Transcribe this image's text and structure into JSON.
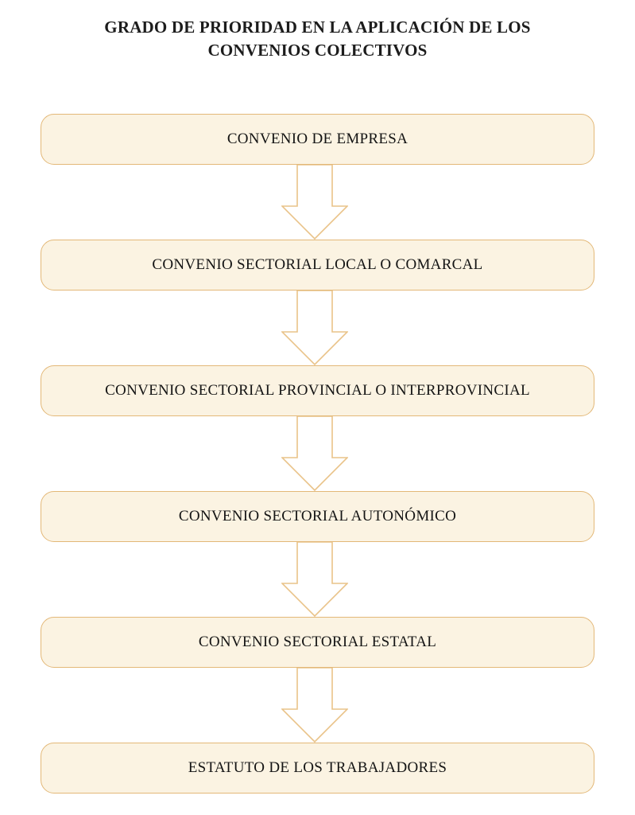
{
  "page": {
    "background_color": "#ffffff",
    "text_color": "#141414"
  },
  "title": {
    "line1": "GRADO DE PRIORIDAD EN LA APLICACIÓN DE LOS",
    "line2": "CONVENIOS COLECTIVOS"
  },
  "theme": {
    "box_fill": "#fbf3e2",
    "box_border": "#e3b878",
    "arrow_stroke": "#e9c389",
    "arrow_fill": "#ffffff"
  },
  "chart_data": {
    "type": "flowchart",
    "title": "GRADO DE PRIORIDAD EN LA APLICACIÓN DE LOS CONVENIOS COLECTIVOS",
    "orientation": "vertical-top-to-bottom",
    "node_shape": "rounded-rectangle",
    "connector_type": "hollow-block-arrow-down",
    "nodes": [
      {
        "order": 1,
        "label": "CONVENIO DE EMPRESA"
      },
      {
        "order": 2,
        "label": "CONVENIO SECTORIAL LOCAL O COMARCAL"
      },
      {
        "order": 3,
        "label": "CONVENIO SECTORIAL PROVINCIAL O INTERPROVINCIAL"
      },
      {
        "order": 4,
        "label": "CONVENIO SECTORIAL AUTONÓMICO"
      },
      {
        "order": 5,
        "label": "CONVENIO SECTORIAL ESTATAL"
      },
      {
        "order": 6,
        "label": "ESTATUTO DE LOS TRABAJADORES"
      }
    ],
    "edges": [
      {
        "from": 1,
        "to": 2
      },
      {
        "from": 2,
        "to": 3
      },
      {
        "from": 3,
        "to": 4
      },
      {
        "from": 4,
        "to": 5
      },
      {
        "from": 5,
        "to": 6
      }
    ]
  }
}
